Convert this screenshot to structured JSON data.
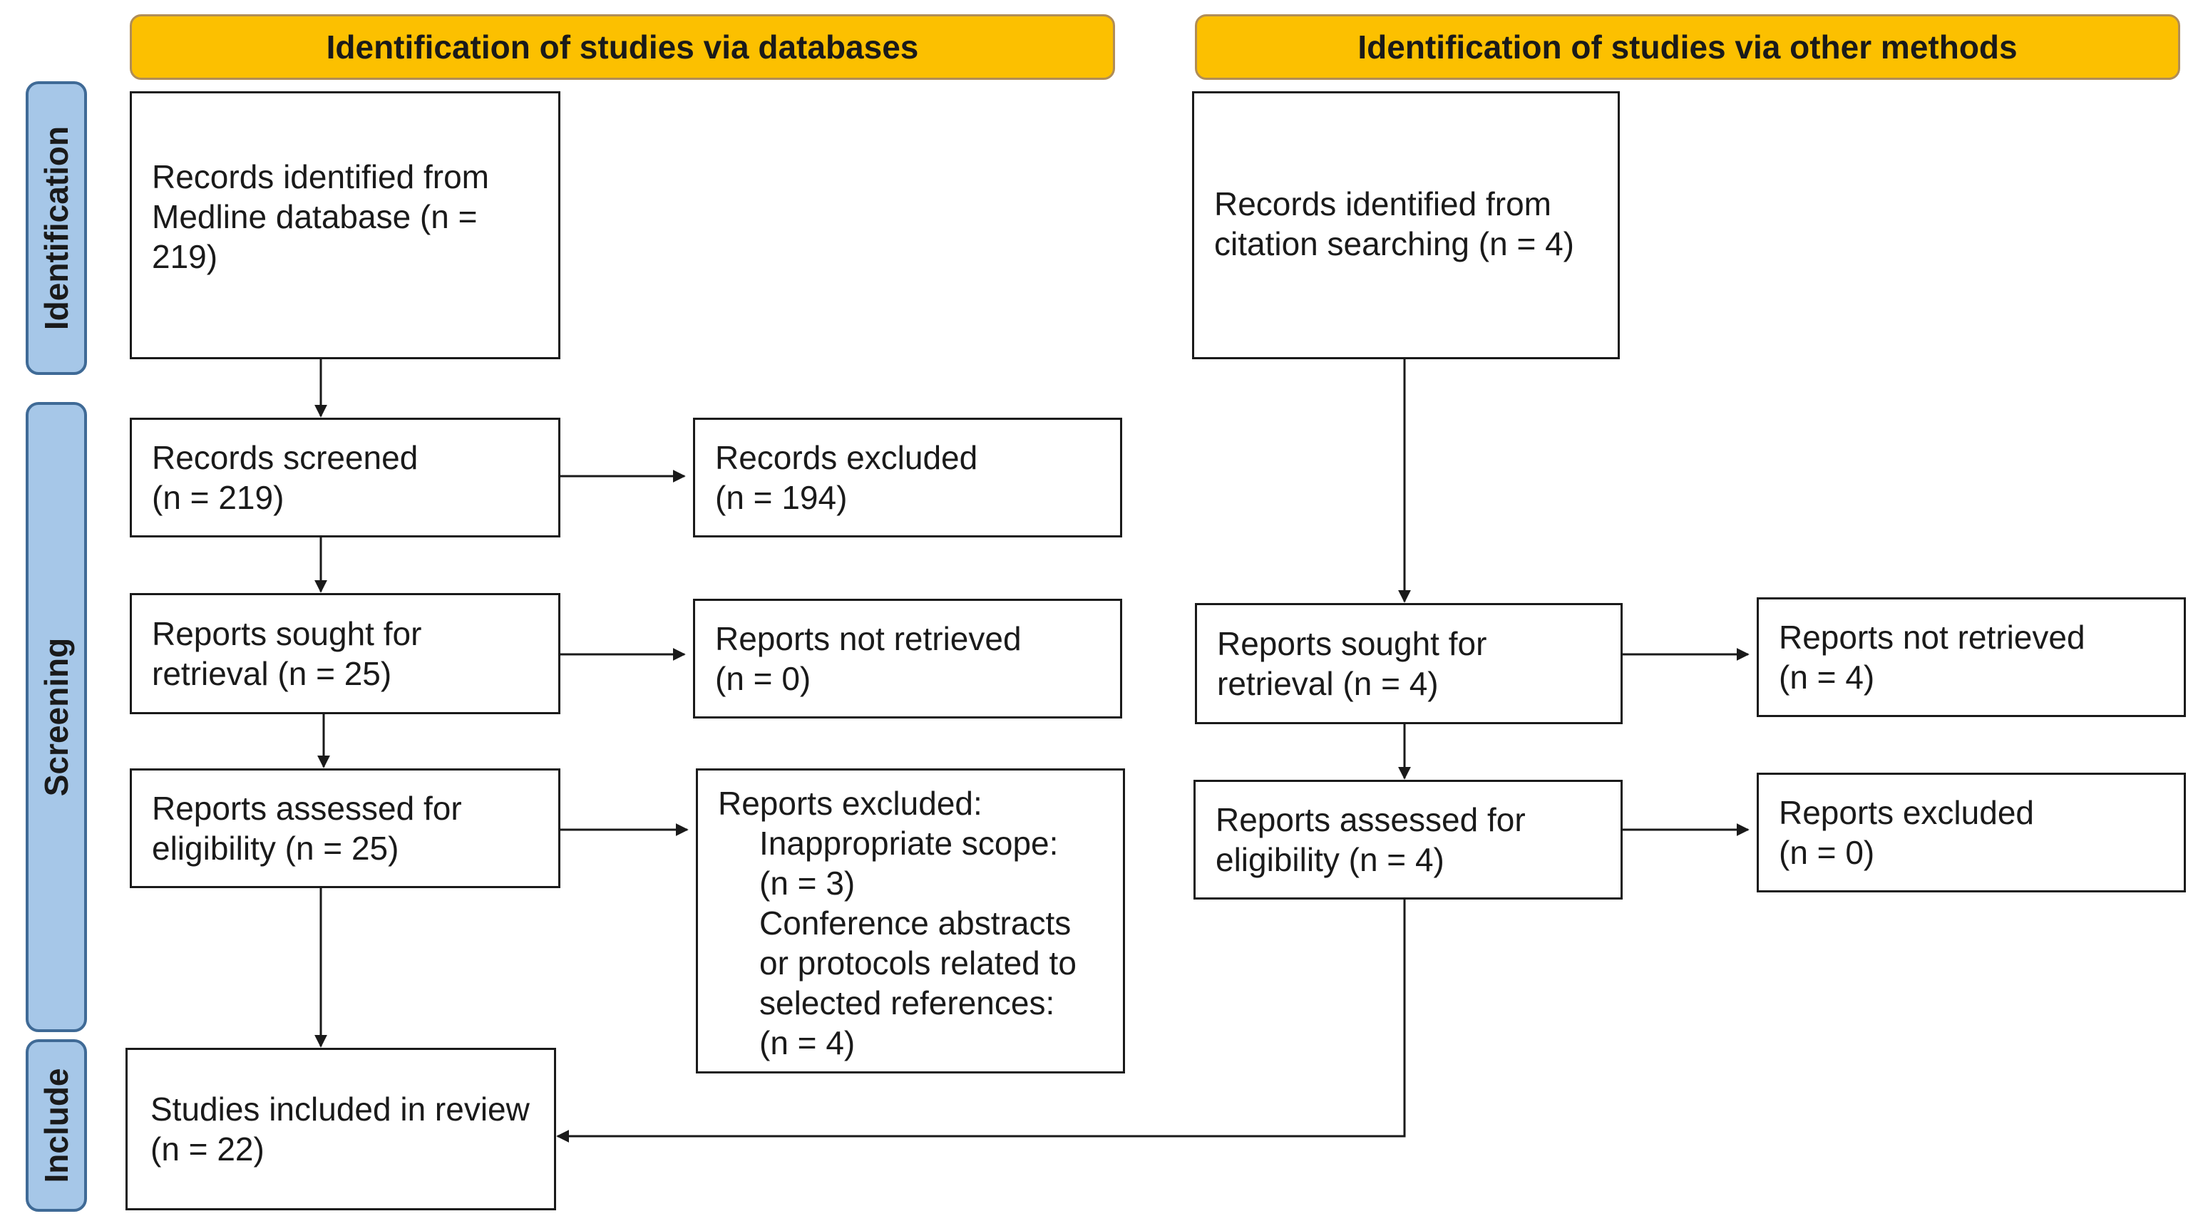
{
  "headers": {
    "databases": "Identification of studies via databases",
    "other_methods": "Identification of studies via other methods"
  },
  "phases": {
    "identification": "Identification",
    "screening": "Screening",
    "include": "Include"
  },
  "databases": {
    "records_identified": "Records identified from Medline database (n = 219)",
    "records_screened": "Records screened\n(n = 219)",
    "records_excluded": "Records excluded\n(n = 194)",
    "reports_sought": "Reports sought for retrieval (n = 25)",
    "reports_not_retrieved": "Reports not retrieved\n(n = 0)",
    "reports_assessed": "Reports assessed for eligibility (n = 25)",
    "reports_excluded": {
      "title": "Reports excluded:",
      "reasons": [
        "Inappropriate scope:",
        "(n = 3)",
        "Conference abstracts or protocols related to selected references:",
        "(n = 4)"
      ]
    },
    "studies_included": "Studies included in review\n(n = 22)"
  },
  "other_methods": {
    "records_identified": "Records identified from citation searching (n = 4)",
    "reports_sought": "Reports sought for retrieval (n = 4)",
    "reports_not_retrieved": "Reports not retrieved\n(n = 4)",
    "reports_assessed": "Reports assessed for eligibility (n = 4)",
    "reports_excluded": "Reports excluded\n(n = 0)"
  },
  "colors": {
    "header_fill": "#fcc000",
    "phase_fill": "#a6c7e8",
    "phase_border": "#3f6a96",
    "box_border": "#1a1a1a"
  }
}
